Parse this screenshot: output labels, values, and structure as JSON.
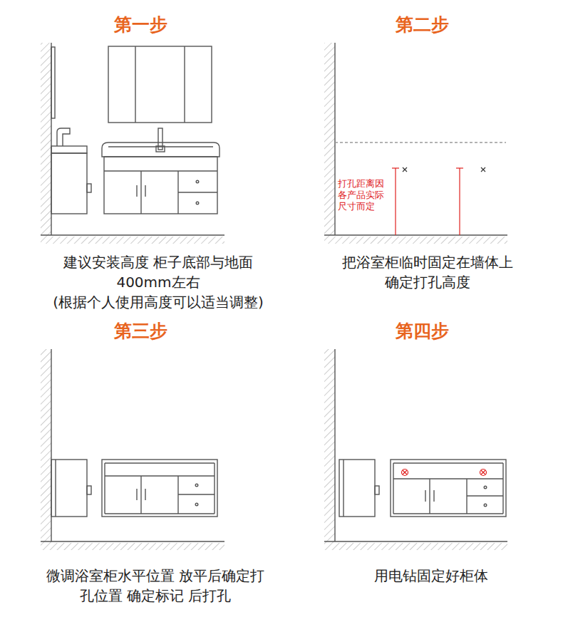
{
  "diagram": {
    "labels": [
      "第一步",
      "建议安装高度 柜子底部与地面 400mm左右 (根据个人使用高度可以适当调整)",
      "第二步",
      "打孔距离因 各产品实际 尺寸而定",
      "把浴室柜临时固定在墙体上 确定打孔高度",
      "第三步",
      "微调浴室柜水平位置 放平后确定打 孔位置 确定标记 后打孔",
      "第四步",
      "用电钻固定好柜体"
    ]
  }
}
